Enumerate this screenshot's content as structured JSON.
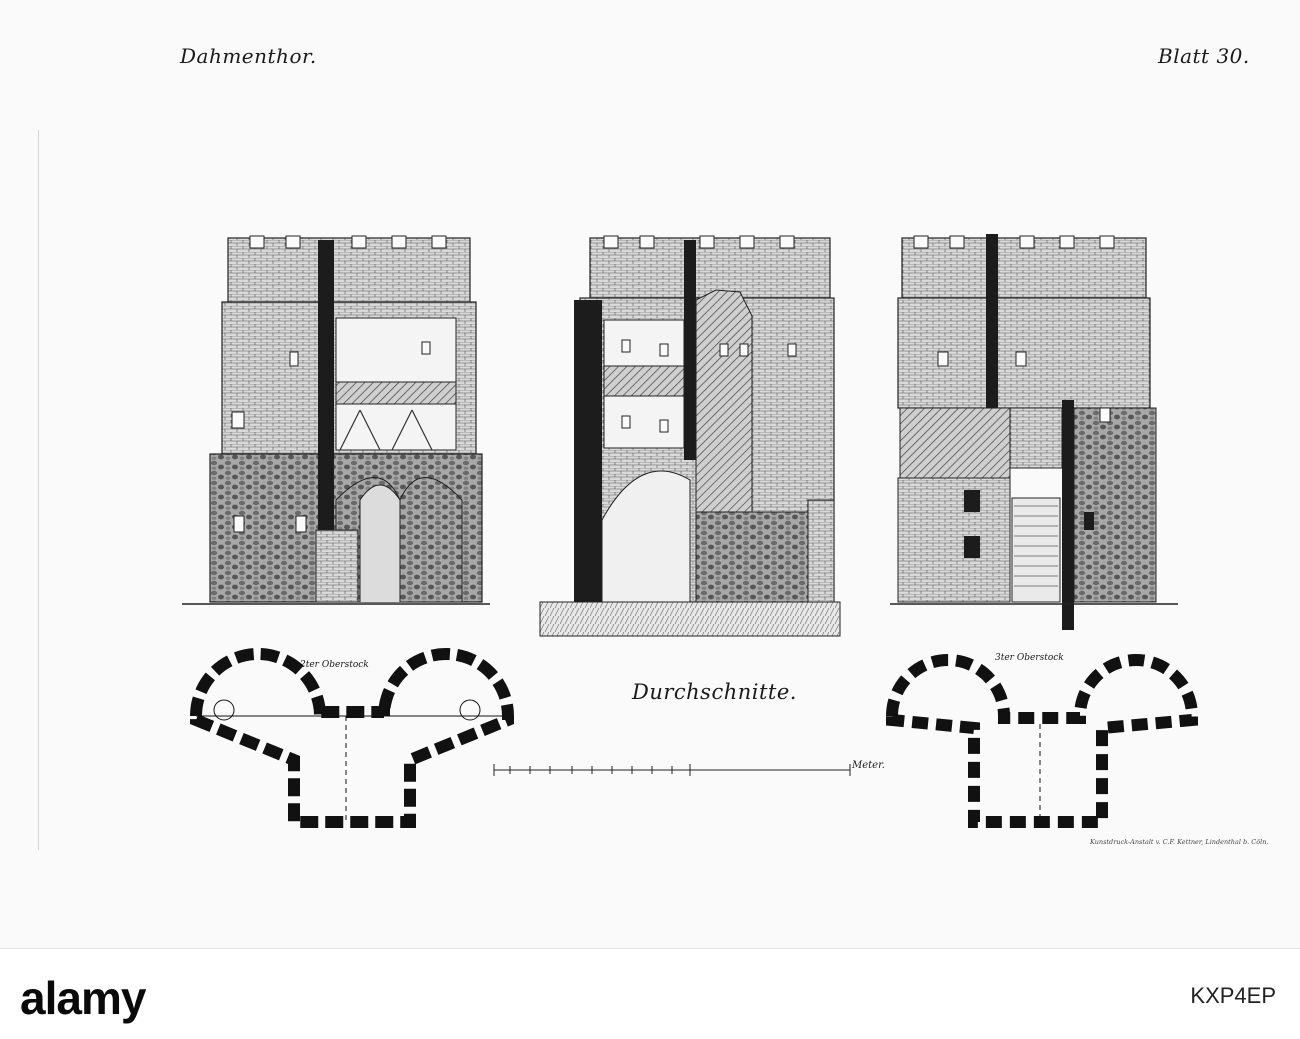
{
  "plate": {
    "title_left": "Dahmenthor.",
    "title_right": "Blatt 30.",
    "sections_title": "Durchschnitte.",
    "plan_left_label": "2ter Oberstock",
    "plan_right_label": "3ter Oberstock",
    "scale_label": "Meter.",
    "printer_credit": "Kunstdruck-Anstalt v. C.F. Kettner, Lindenthal b. Cöln."
  },
  "footer": {
    "logo": "alamy",
    "image_id": "KXP4EP"
  }
}
